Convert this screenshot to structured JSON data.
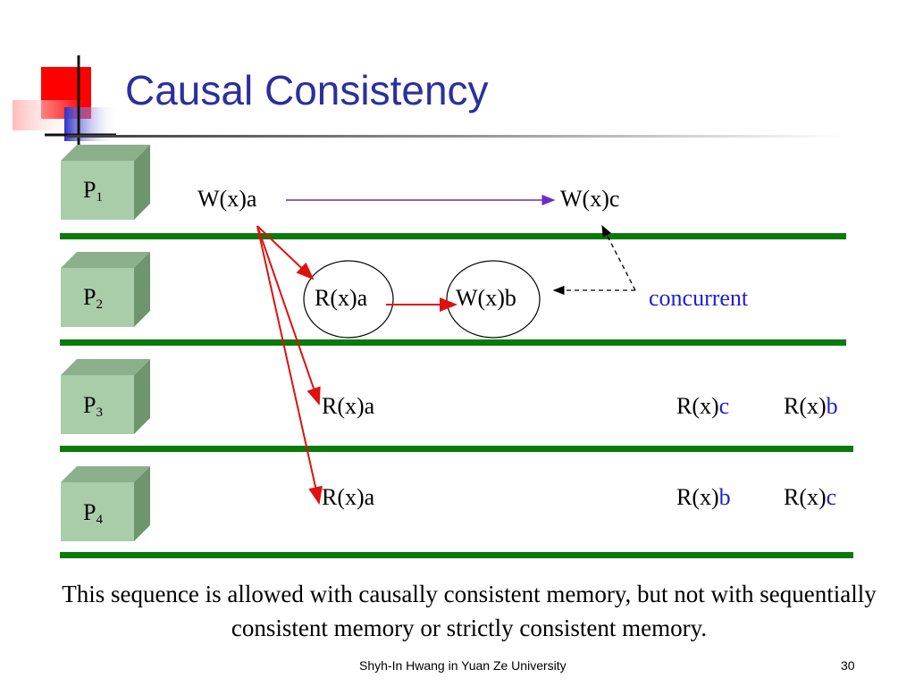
{
  "slide": {
    "title": "Causal Consistency",
    "processes": [
      {
        "name": "P",
        "sub": "1"
      },
      {
        "name": "P",
        "sub": "2"
      },
      {
        "name": "P",
        "sub": "3"
      },
      {
        "name": "P",
        "sub": "4"
      }
    ],
    "ops": {
      "p1_write_a": "W(x)a",
      "p1_write_c": "W(x)c",
      "p2_read_a": "R(x)a",
      "p2_write_b": "W(x)b",
      "concurrent": "concurrent",
      "p3_read_a": "R(x)a",
      "p3_read_c_prefix": "R(x)",
      "p3_read_c_val": "c",
      "p3_read_b_prefix": "R(x)",
      "p3_read_b_val": "b",
      "p4_read_a": "R(x)a",
      "p4_read_b_prefix": "R(x)",
      "p4_read_b_val": "b",
      "p4_read_c_prefix": "R(x)",
      "p4_read_c_val": "c"
    },
    "note": "This sequence is allowed with causally consistent memory, but not with sequentially consistent memory or strictly consistent memory.",
    "footer": "Shyh-In Hwang in Yuan Ze University",
    "page_number": "30"
  },
  "colors": {
    "title": "#2b2f9e",
    "process_line": "#0a7a0a",
    "causal_arrow": "#e01010",
    "write_arrow": "#6a2cc4",
    "highlight_value": "#1f1fd6"
  }
}
